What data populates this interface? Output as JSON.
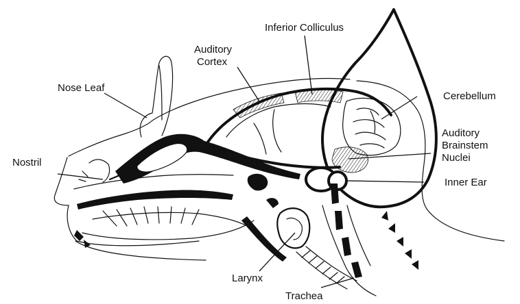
{
  "labels": {
    "inferior_colliculus": "Inferior Colliculus",
    "auditory_cortex_line1": "Auditory",
    "auditory_cortex_line2": "Cortex",
    "nose_leaf": "Nose Leaf",
    "cerebellum": "Cerebellum",
    "auditory_brainstem_line1": "Auditory",
    "auditory_brainstem_line2": "Brainstem",
    "auditory_brainstem_line3": "Nuclei",
    "nostril": "Nostril",
    "inner_ear": "Inner Ear",
    "larynx": "Larynx",
    "trachea": "Trachea"
  },
  "colors": {
    "ink": "#111111",
    "background": "#ffffff"
  }
}
